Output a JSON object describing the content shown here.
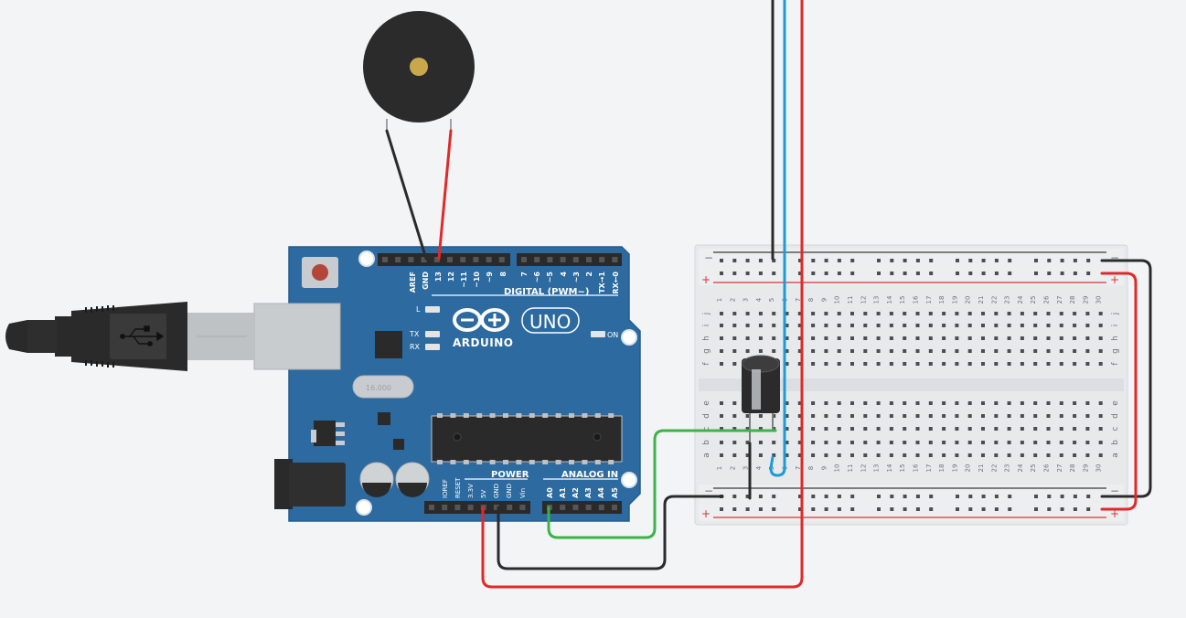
{
  "board": {
    "brand": "ARDUINO",
    "model": "UNO",
    "digital_label": "DIGITAL (PWM~)",
    "power_label": "POWER",
    "analog_label": "ANALOG IN",
    "on_label": "ON",
    "led_l": "L",
    "led_tx": "TX",
    "led_rx": "RX",
    "crystal": "16.000",
    "digital_pins": [
      "AREF",
      "GND",
      "13",
      "12",
      "~11",
      "~10",
      "~9",
      "8",
      "7",
      "~6",
      "~5",
      "4",
      "~3",
      "2",
      "TX→1",
      "RX←0"
    ],
    "power_pins": [
      "IOREF",
      "RESET",
      "3.3V",
      "5V",
      "GND",
      "GND",
      "Vin"
    ],
    "analog_pins": [
      "A0",
      "A1",
      "A2",
      "A3",
      "A4",
      "A5"
    ]
  },
  "breadboard": {
    "row_letters_top": [
      "j",
      "i",
      "h",
      "g",
      "f"
    ],
    "row_letters_bottom": [
      "e",
      "d",
      "c",
      "b",
      "a"
    ],
    "column_numbers": [
      "1",
      "2",
      "3",
      "4",
      "5",
      "6",
      "7",
      "8",
      "9",
      "10",
      "11",
      "12",
      "13",
      "14",
      "15",
      "16",
      "17",
      "18",
      "19",
      "20",
      "21",
      "22",
      "23",
      "24",
      "25",
      "26",
      "27",
      "28",
      "29",
      "30"
    ],
    "rail_minus": "−",
    "rail_plus": "+"
  },
  "colors": {
    "pcb": "#2c6aa0",
    "wire_red": "#e02a2a",
    "wire_black": "#2b2b2b",
    "wire_blue": "#1e9bd7",
    "wire_green": "#3db34a",
    "background": "#f3f4f6"
  }
}
